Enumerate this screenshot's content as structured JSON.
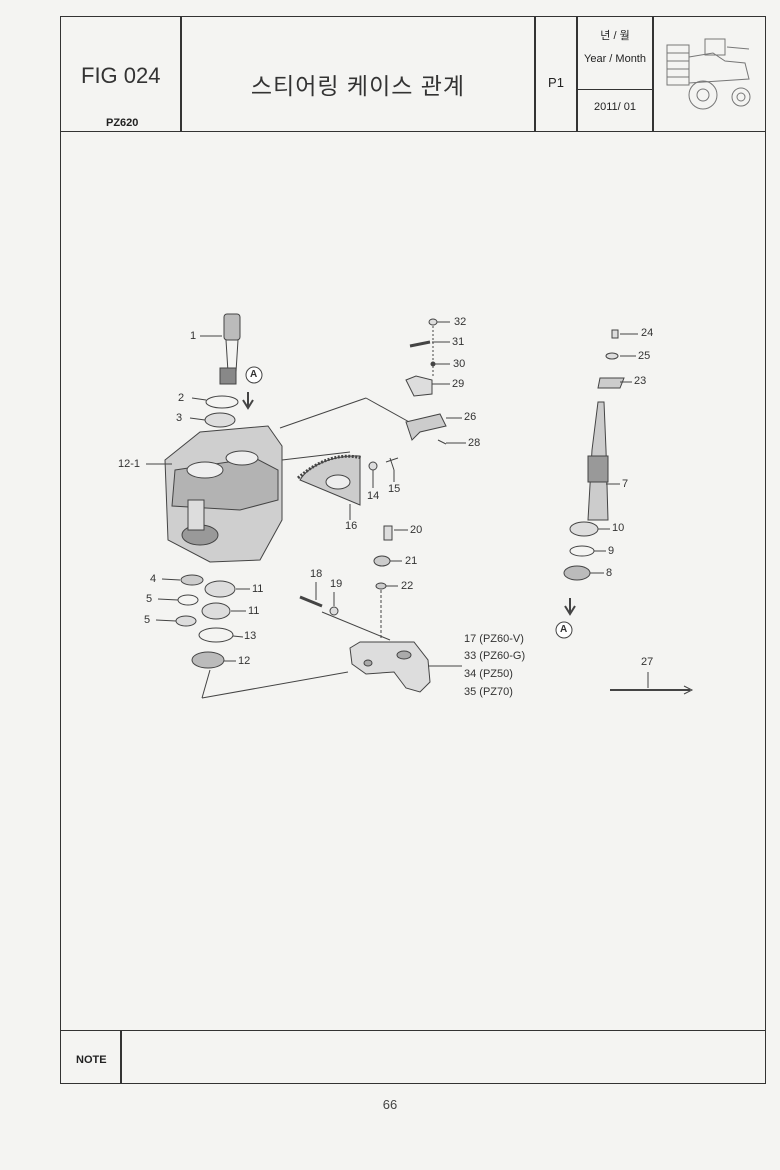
{
  "header": {
    "fig": "FIG 024",
    "model": "PZ620",
    "title": "스티어링 케이스 관계",
    "page_code": "P1",
    "date_label_ko": "년 / 월",
    "date_label_en": "Year / Month",
    "date_value": "2011/ 01"
  },
  "diagram": {
    "callouts": [
      "1",
      "2",
      "3",
      "12-1",
      "4",
      "5",
      "5",
      "11",
      "11",
      "13",
      "12",
      "A",
      "32",
      "31",
      "30",
      "29",
      "26",
      "28",
      "14",
      "15",
      "16",
      "20",
      "21",
      "22",
      "18",
      "19",
      "24",
      "25",
      "23",
      "7",
      "10",
      "9",
      "8",
      "A",
      "27"
    ],
    "variants": [
      "17 (PZ60-V)",
      "33 (PZ60-G)",
      "34 (PZ50)",
      "35 (PZ70)"
    ]
  },
  "footer": {
    "note_label": "NOTE",
    "page_number": "66"
  }
}
